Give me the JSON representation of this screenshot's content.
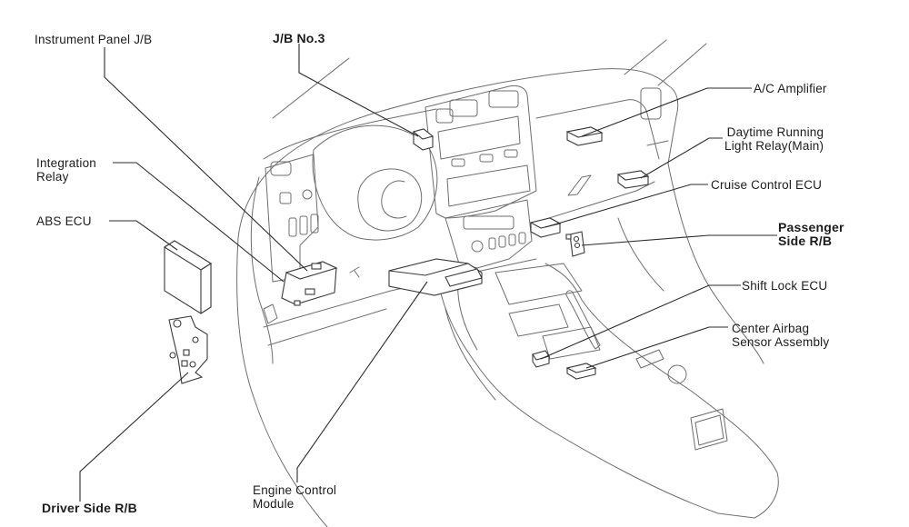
{
  "diagram": {
    "title": "",
    "labels": {
      "instrument_panel_jb": "Instrument Panel J/B",
      "jb_no3": "J/B No.3",
      "integration_relay": [
        "Integration",
        "Relay"
      ],
      "abs_ecu": "ABS ECU",
      "driver_side_rb": "Driver Side R/B",
      "engine_control_module": [
        "Engine Control",
        "Module"
      ],
      "ac_amplifier": "A/C Amplifier",
      "daytime_running_light_relay": [
        "Daytime Running",
        "Light Relay(Main)"
      ],
      "cruise_control_ecu": "Cruise Control ECU",
      "passenger_side_rb": [
        "Passenger",
        "Side R/B"
      ],
      "shift_lock_ecu": "Shift Lock ECU",
      "center_airbag_sensor": [
        "Center Airbag",
        "Sensor Assembly"
      ]
    },
    "bold_labels": [
      "J/B No.3",
      "Driver Side R/B",
      "Passenger Side R/B"
    ],
    "colors": {
      "line_art": "#6e6e6e",
      "leader": "#2b2b2b",
      "text": "#1c1c1c",
      "background": "#ffffff"
    }
  }
}
